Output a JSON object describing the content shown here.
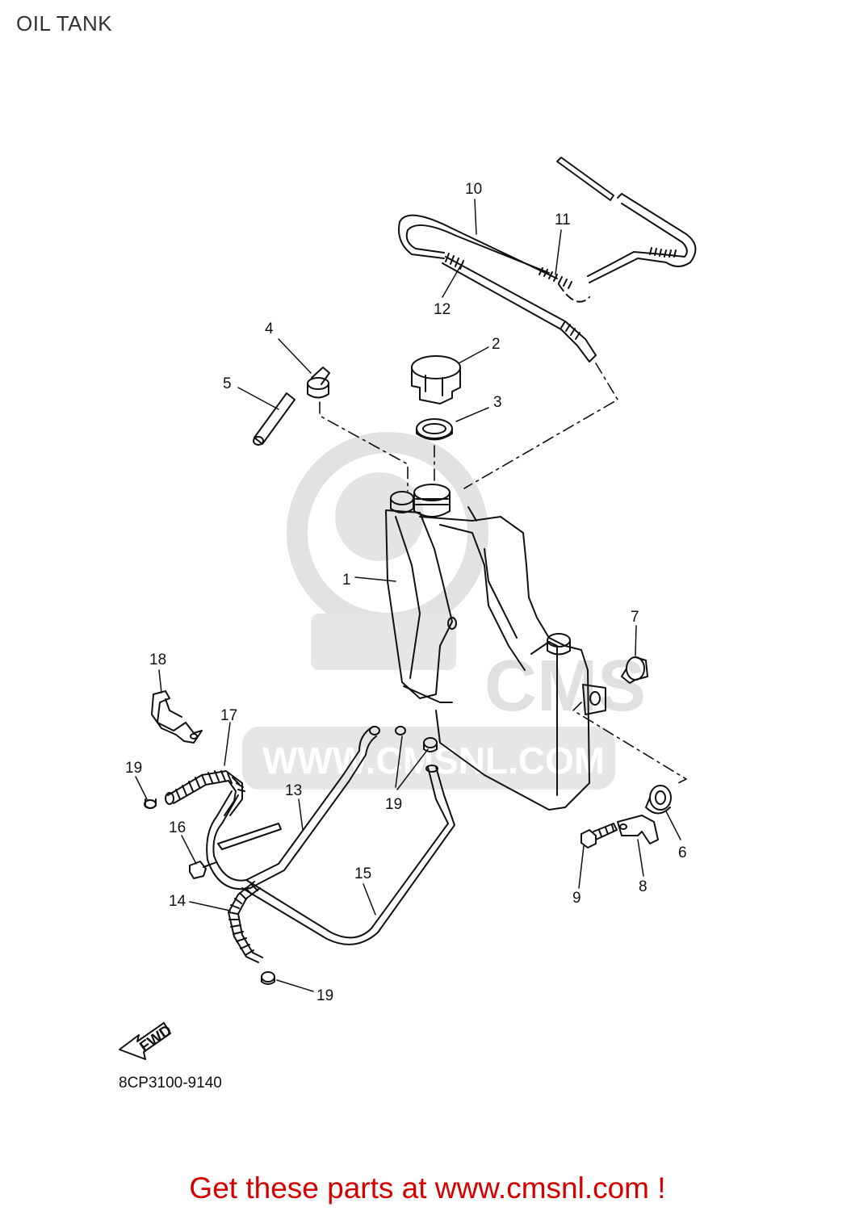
{
  "page": {
    "title": "OIL TANK"
  },
  "diagram": {
    "drawing_code": "8CP3100-9140",
    "direction_label": "FWD",
    "watermark": {
      "logo_text": "CMS",
      "url_text": "WWW.CMSNL.COM"
    },
    "callouts": [
      {
        "id": "c1",
        "text": "1"
      },
      {
        "id": "c2",
        "text": "2"
      },
      {
        "id": "c3",
        "text": "3"
      },
      {
        "id": "c4",
        "text": "4"
      },
      {
        "id": "c5",
        "text": "5"
      },
      {
        "id": "c6",
        "text": "6"
      },
      {
        "id": "c7",
        "text": "7"
      },
      {
        "id": "c8",
        "text": "8"
      },
      {
        "id": "c9",
        "text": "9"
      },
      {
        "id": "c10",
        "text": "10"
      },
      {
        "id": "c11",
        "text": "11"
      },
      {
        "id": "c12",
        "text": "12"
      },
      {
        "id": "c13",
        "text": "13"
      },
      {
        "id": "c14",
        "text": "14"
      },
      {
        "id": "c15",
        "text": "15"
      },
      {
        "id": "c16",
        "text": "16"
      },
      {
        "id": "c17",
        "text": "17"
      },
      {
        "id": "c18",
        "text": "18"
      },
      {
        "id": "c19a",
        "text": "19"
      },
      {
        "id": "c19b",
        "text": "19"
      },
      {
        "id": "c19c",
        "text": "19"
      }
    ]
  },
  "promo": {
    "text": "Get these parts at www.cmsnl.com !"
  },
  "colors": {
    "line": "#111111",
    "watermark": "#dcdcdc",
    "promo": "#d40000",
    "background": "#ffffff"
  }
}
